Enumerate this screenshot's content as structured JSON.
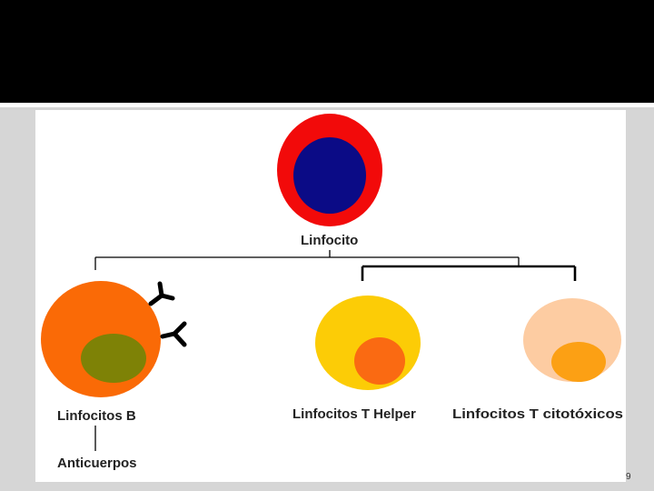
{
  "slide": {
    "page_number": "9"
  },
  "colors": {
    "background": "#d6d6d6",
    "top_band": "#000000",
    "panel": "#ffffff",
    "lymphocyte_outer": "#f20a0a",
    "lymphocyte_nucleus": "#0b0b86",
    "b_cell_outer": "#fa6a06",
    "b_cell_nucleus": "#7e8206",
    "t_helper_outer": "#fccc06",
    "t_helper_nucleus": "#fa6a12",
    "t_cyto_outer": "#fdcca2",
    "t_cyto_nucleus": "#fca014",
    "lines": "#000000"
  },
  "diagram": {
    "root_label": "Linfocito",
    "b_cell_label": "Linfocitos B",
    "t_helper_label": "Linfocitos T Helper",
    "t_cyto_label": "Linfocitos T  citotóxicos",
    "antibodies_label": "Anticuerpos"
  }
}
